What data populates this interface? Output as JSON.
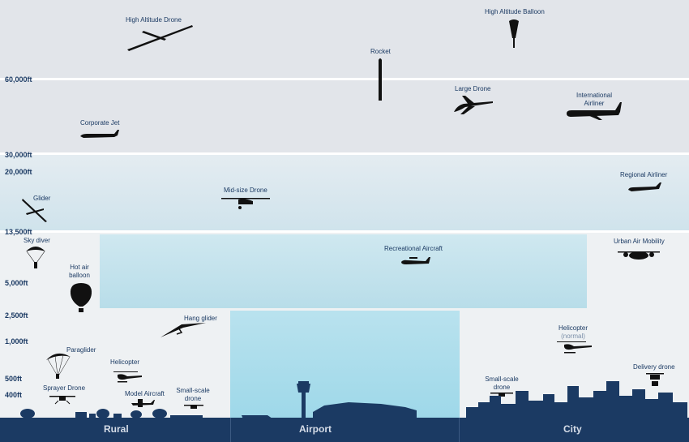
{
  "altitudes": [
    "60,000ft",
    "30,000ft",
    "20,000ft",
    "13,500ft",
    "5,000ft",
    "2,500ft",
    "1,000ft",
    "500ft",
    "400ft"
  ],
  "zones": [
    "Rural",
    "Airport",
    "City"
  ],
  "craft": {
    "high_altitude_drone": "High Altitude Drone",
    "high_altitude_balloon": "High Altitude Balloon",
    "rocket": "Rocket",
    "large_drone": "Large Drone",
    "international_airliner_line1": "International",
    "international_airliner_line2": "Airliner",
    "corporate_jet": "Corporate Jet",
    "regional_airliner": "Regional Airliner",
    "glider": "Glider",
    "mid_size_drone": "Mid-size Drone",
    "sky_diver": "Sky diver",
    "recreational_aircraft": "Recreational Aircraft",
    "urban_air_mobility": "Urban Air Mobility",
    "hot_air_balloon_line1": "Hot air",
    "hot_air_balloon_line2": "balloon",
    "hang_glider": "Hang glider",
    "paraglider": "Paraglider",
    "helicopter_rural": "Helicopter",
    "sprayer_drone": "Sprayer Drone",
    "model_aircraft": "Model Aircraft",
    "small_drone_rural_line1": "Small-scale",
    "small_drone_rural_line2": "drone",
    "helicopter_city_line1": "Helicopter",
    "helicopter_city_line2": "(normal)",
    "small_drone_city_line1": "Small-scale",
    "small_drone_city_line2": "drone",
    "delivery_drone": "Delivery drone"
  },
  "colors": {
    "upper_sky": "#e2e5ea",
    "mid_sky": "#d6e6ee",
    "low_sky": "#eef1f3",
    "recreational_zone": "#bfe1ec",
    "airport_zone": "#a6dcea",
    "ground": "#1b3a63",
    "text": "#1b3a63",
    "silhouette": "#111111"
  }
}
